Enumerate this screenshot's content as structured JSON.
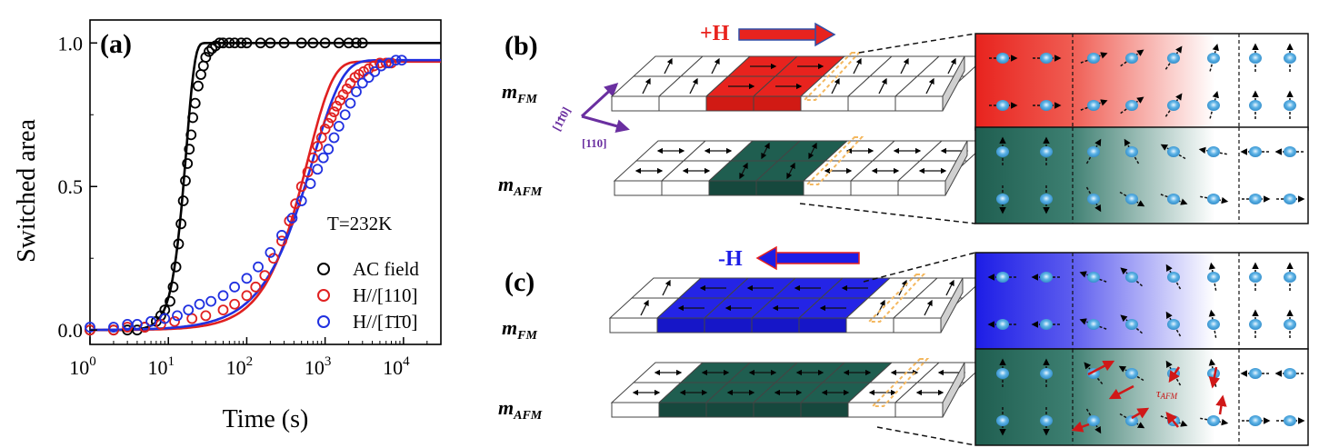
{
  "panels": {
    "a": {
      "label": "(a)",
      "annotation": "T=232K"
    },
    "b": {
      "label": "(b)",
      "field_label": "+H",
      "direction_110bar": "[110]",
      "direction_110": "[110]",
      "m_fm": "m",
      "m_fm_sub": "FM",
      "m_afm": "m",
      "m_afm_sub": "AFM"
    },
    "c": {
      "label": "(c)",
      "field_label": "-H",
      "m_fm": "m",
      "m_fm_sub": "FM",
      "m_afm": "m",
      "m_afm_sub": "AFM",
      "torque_label": "τ",
      "torque_sub": "AFM"
    }
  },
  "colors": {
    "ac": "#000000",
    "h110": "#e02020",
    "h1bar10": "#2030e0",
    "fm_plus": "#e8231e",
    "afm": "#1f5e50",
    "fm_minus": "#2424e6",
    "purple": "#6a2fa0",
    "orange": "#f4b860"
  },
  "chart_data": {
    "type": "scatter",
    "xlabel": "Time (s)",
    "ylabel": "Switched  area",
    "xscale": "log",
    "xlim": [
      1,
      30000
    ],
    "ylim": [
      -0.05,
      1.08
    ],
    "xticks": [
      {
        "value": 1,
        "base": "10",
        "exp": "0"
      },
      {
        "value": 10,
        "base": "10",
        "exp": "1"
      },
      {
        "value": 100,
        "base": "10",
        "exp": "2"
      },
      {
        "value": 1000,
        "base": "10",
        "exp": "3"
      },
      {
        "value": 10000,
        "base": "10",
        "exp": "4"
      }
    ],
    "yticks": [
      "0.0",
      "0.5",
      "1.0"
    ],
    "ytick_values": [
      0.0,
      0.5,
      1.0
    ],
    "legend_position": "bottom-right",
    "series": [
      {
        "name": "AC field",
        "color": "#000000",
        "x": [
          1.0,
          2.0,
          3.0,
          4.0,
          5.0,
          7.0,
          8.0,
          9.0,
          10.5,
          11.5,
          12.5,
          13.5,
          14.5,
          15.5,
          16.5,
          17.5,
          18.5,
          19.5,
          20.5,
          22.0,
          24.0,
          26.0,
          28.0,
          30.0,
          33.0,
          36.0,
          40.0,
          45.0,
          50.0,
          60.0,
          70.0,
          85.0,
          100.0,
          150.0,
          200.0,
          300.0,
          500.0,
          700.0,
          1000.0,
          1500.0,
          2000.0,
          2500.0,
          3000.0
        ],
        "y": [
          0.0,
          0.0,
          0.0,
          0.0,
          0.01,
          0.03,
          0.05,
          0.07,
          0.1,
          0.15,
          0.22,
          0.3,
          0.37,
          0.45,
          0.52,
          0.58,
          0.63,
          0.68,
          0.74,
          0.79,
          0.85,
          0.89,
          0.92,
          0.95,
          0.97,
          0.98,
          0.99,
          1.0,
          1.0,
          1.0,
          1.0,
          1.0,
          1.0,
          1.0,
          1.0,
          1.0,
          1.0,
          1.0,
          1.0,
          1.0,
          1.0,
          1.0,
          1.0
        ],
        "fit_t0": 17,
        "fit_n": 4.0
      },
      {
        "name": "H//[110]",
        "color": "#e02020",
        "x": [
          1.0,
          2.0,
          3.0,
          5.0,
          8.0,
          12.0,
          20.0,
          30.0,
          50.0,
          70.0,
          100.0,
          130.0,
          170.0,
          220.0,
          280.0,
          350.0,
          420.0,
          500.0,
          600.0,
          700.0,
          800.0,
          900.0,
          1000.0,
          1100.0,
          1200.0,
          1300.0,
          1400.0,
          1550.0,
          1700.0,
          1900.0,
          2100.0,
          2400.0,
          2700.0,
          3100.0,
          3600.0,
          4200.0,
          5000.0,
          6000.0,
          7000.0
        ],
        "y": [
          0.0,
          0.0,
          0.01,
          0.01,
          0.02,
          0.03,
          0.04,
          0.05,
          0.07,
          0.09,
          0.12,
          0.15,
          0.19,
          0.25,
          0.31,
          0.38,
          0.44,
          0.5,
          0.55,
          0.6,
          0.64,
          0.67,
          0.7,
          0.72,
          0.74,
          0.76,
          0.78,
          0.8,
          0.82,
          0.84,
          0.86,
          0.88,
          0.89,
          0.9,
          0.91,
          0.92,
          0.93,
          0.93,
          0.93
        ],
        "fit_t0": 600,
        "fit_n": 1.35
      },
      {
        "name": "H//[1̄1̄0]",
        "color": "#2030e0",
        "x": [
          1.0,
          2.0,
          3.0,
          4.0,
          6.0,
          9.0,
          13.0,
          18.0,
          25.0,
          35.0,
          50.0,
          70.0,
          100.0,
          140.0,
          200.0,
          280.0,
          380.0,
          500.0,
          650.0,
          800.0,
          950.0,
          1100.0,
          1300.0,
          1500.0,
          1800.0,
          2100.0,
          2500.0,
          3000.0,
          3600.0,
          4300.0,
          5200.0,
          6500.0,
          8000.0,
          9500.0
        ],
        "y": [
          0.01,
          0.01,
          0.02,
          0.02,
          0.03,
          0.04,
          0.05,
          0.07,
          0.09,
          0.1,
          0.12,
          0.15,
          0.18,
          0.22,
          0.27,
          0.33,
          0.39,
          0.45,
          0.51,
          0.56,
          0.6,
          0.63,
          0.67,
          0.71,
          0.75,
          0.79,
          0.83,
          0.86,
          0.88,
          0.9,
          0.92,
          0.93,
          0.94,
          0.94
        ],
        "fit_t0": 700,
        "fit_n": 1.15
      }
    ]
  }
}
